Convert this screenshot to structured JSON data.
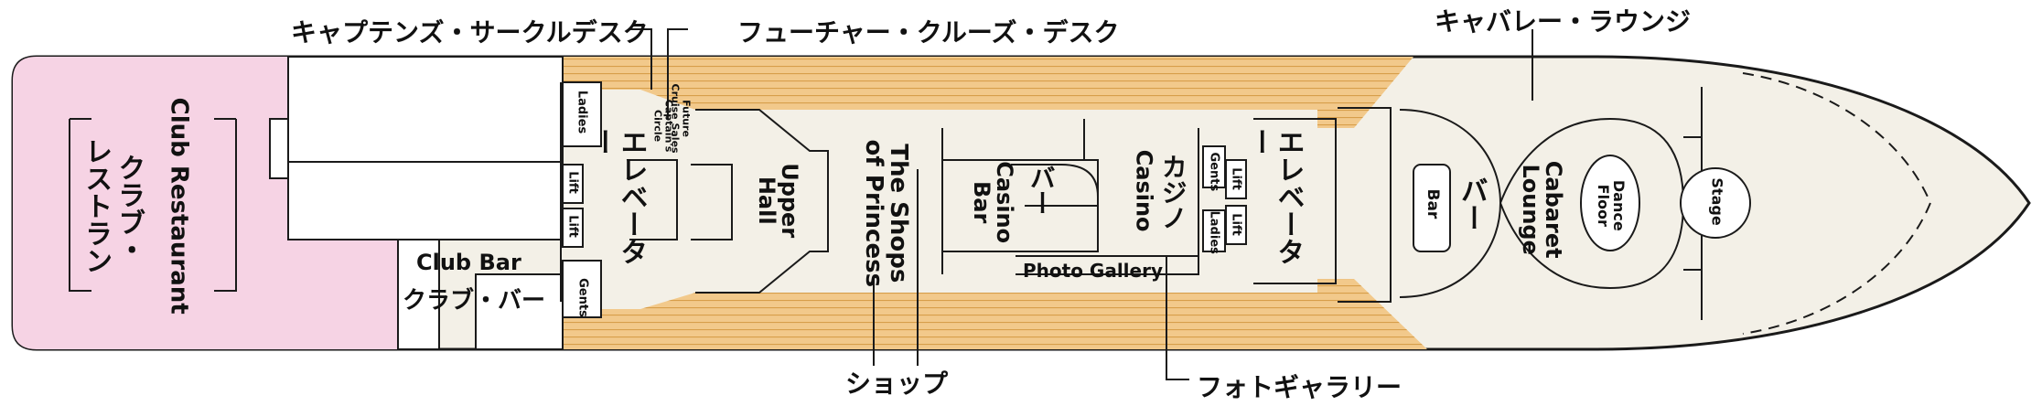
{
  "callouts": {
    "captains_circle": "キャプテンズ・サークルデスク",
    "future_cruise": "フューチャー・クルーズ・デスク",
    "cabaret_lounge_jp": "キャバレー・ラウンジ",
    "shop_jp": "ショップ",
    "photo_gallery_jp": "フォトギャラリー"
  },
  "rooms": {
    "club_restaurant_en": "Club Restaurant",
    "club_restaurant_jp_1": "クラブ・",
    "club_restaurant_jp_2": "レストラン",
    "club_bar_en": "Club Bar",
    "club_bar_jp": "クラブ・バー",
    "elevator_jp": "エレベーター",
    "upper_hall_1": "Upper",
    "upper_hall_2": "Hall",
    "shops_1": "The Shops",
    "shops_2": "of Princess",
    "casino_bar_1": "Casino",
    "casino_bar_2": "Bar",
    "bar_jp": "バー",
    "casino_jp": "カジノ",
    "casino_en": "Casino",
    "photo_gallery_en": "Photo Gallery",
    "bar_en": "Bar",
    "cabaret_1": "Cabaret",
    "cabaret_2": "Lounge",
    "dance_1": "Dance",
    "dance_2": "Floor",
    "stage": "Stage"
  },
  "small_labels": {
    "ladies": "Ladies",
    "gents": "Gents",
    "lift": "Lift",
    "future_1": "Future",
    "future_2": "Cruise Sales",
    "captains_1": "Captain's",
    "captains_2": "Circle"
  },
  "colors": {
    "restaurant_fill": "#f6d3e4",
    "deck_fill": "#f3f0e7",
    "promenade_fill": "#f2c98b",
    "outline": "#1a1a1a"
  }
}
